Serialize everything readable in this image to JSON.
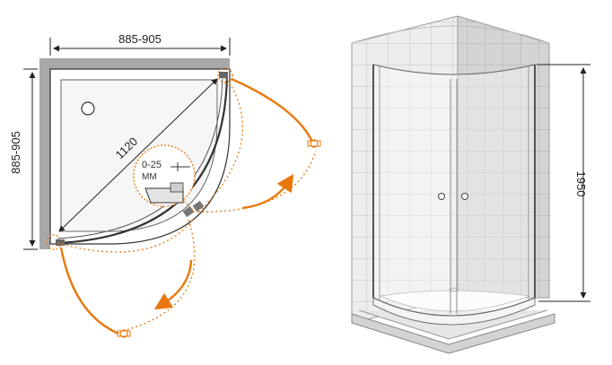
{
  "plan": {
    "width_dim": "885-905",
    "depth_dim": "885-905",
    "diagonal_dim": "1120",
    "adjust_range": "0-25",
    "adjust_unit": "MM"
  },
  "perspective": {
    "height_dim": "1950"
  },
  "colors": {
    "arrow": "#e8780c",
    "wall": "#a8a8a8",
    "line": "#222222",
    "tile": "#e9e9e9",
    "tile_grout": "#bdbdbd"
  }
}
